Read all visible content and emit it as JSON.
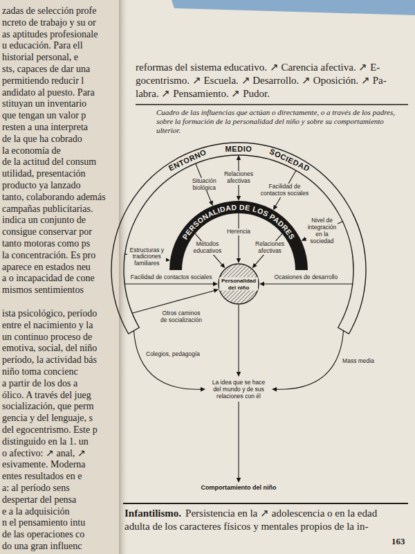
{
  "diagram": {
    "caption": "Cuadro de las influencias que actúan o directamente, o a través de los padres, sobre la formación de la personalidad del niño y sobre su comportamiento ulterior.",
    "nodes": [
      {
        "text": [
          "ENTORNO",
          "MEDIO",
          "SOCIEDAD"
        ]
      },
      {
        "text": [
          "PERSONALIDAD DE LOS PADRES"
        ],
        "in": 0
      },
      {
        "text": [
          "Personalidad del niño"
        ],
        "in": 0
      },
      {
        "text": [
          "La idea que se hace del mundo y de sus relaciones con él"
        ]
      },
      {
        "text": [
          "Comportamiento del niño"
        ]
      }
    ],
    "edges": [
      {
        "from": 0,
        "to": 1,
        "label": "Situación biológica",
        "arrow": "to"
      },
      {
        "from": 0,
        "to": 1,
        "label": "Relaciones afectivas",
        "arrow": "both"
      },
      {
        "from": 0,
        "to": 1,
        "label": "Facilidad de contactos sociales",
        "arrow": "to"
      },
      {
        "from": 0,
        "to": 1,
        "label": "Estructuras y tradiciones familiares",
        "arrow": "to"
      },
      {
        "from": 0,
        "to": 1,
        "label": "Nivel de integración en la sociedad",
        "arrow": "to"
      },
      {
        "from": 1,
        "to": 2,
        "label": "Herencia",
        "arrow": "to"
      },
      {
        "from": 1,
        "to": 2,
        "label": "Métodos educativos",
        "arrow": "to"
      },
      {
        "from": 1,
        "to": 2,
        "label": "Relaciones afectivas",
        "arrow": "to"
      },
      {
        "from": 0,
        "to": 2,
        "label": "Facilidad de contactos sociales",
        "arrow": "to"
      },
      {
        "from": 0,
        "to": 2,
        "label": "Ocasiones de desarrollo",
        "arrow": "to"
      },
      {
        "from": 0,
        "to": 2,
        "label": "Otros caminos de socialización",
        "arrow": "to"
      },
      {
        "from": 2,
        "to": 3,
        "arrow": "to"
      },
      {
        "from": 0,
        "to": 3,
        "label": "Colegios, pedagogía",
        "arrow": "to"
      },
      {
        "from": 0,
        "to": 3,
        "label": "Mass media",
        "arrow": "to"
      },
      {
        "from": 3,
        "to": 4,
        "arrow": "to"
      }
    ],
    "labels": [
      "zadas de selección profe",
      "ncreto de trabajo y su or",
      "as aptitudes profesionale",
      "u educación. Para ell",
      "historial personal, e",
      "sts, capaces de dar una",
      "permitiendo reducir l",
      "andidato al puesto. Para",
      "stituyan un inventario",
      "que tengan un valor p",
      "resten a una interpreta",
      "de la que ha cobrado",
      "la economía de",
      "de la actitud del consum",
      "utilidad, presentación",
      "producto ya lanzado",
      "tanto, colaborando además",
      "campañas publicitarias.",
      "indica un conjunto de",
      "consigue conservar por",
      "tanto motoras como ps",
      "la concentración. Es pro",
      "aparece en estados neu",
      "a o incapacidad de cone",
      "mismos sentimientos",
      "ista psicológico, período",
      "entre el nacimiento y la",
      "un continuo proceso de",
      "emotiva, social, del niño",
      "período, la actividad bás",
      "niño toma concienc",
      "a partir de los dos a",
      "ólico. A través del jueg",
      "socialización, que perm",
      "gencia y del lenguaje, s",
      "del egocentrismo. Este p",
      "distinguido en la 1. un",
      "o afectivo: ↗ anal, ↗",
      "esivamente. Moderna",
      "entes resultados en e",
      "a: al período sens",
      "despertar del pensa",
      "e a la adquisición",
      "n el pensamiento intu",
      "de las operaciones co",
      "do una gran influenc",
      "reformas del sistema educativo. ↗ Carencia afectiva. ↗ E-",
      "gocentrismo. ↗ Escuela. ↗ Desarrollo. ↗ Oposición. ↗ Pa-",
      "labra. ↗ Pensamiento. ↗ Pudor.",
      "Infantilismo.",
      "Persistencia en la ↗ adolescencia o en la edad",
      "adulta de los caracteres físicos y mentales propios de la in-",
      "163"
    ]
  }
}
